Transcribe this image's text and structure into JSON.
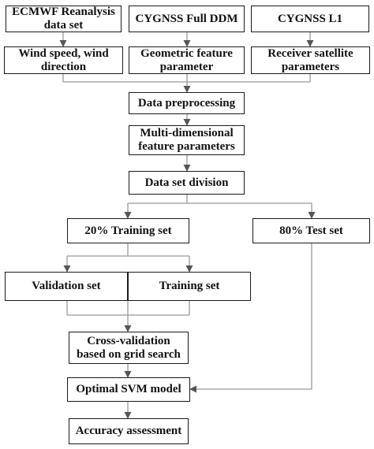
{
  "diagram": {
    "line_color": "#999999",
    "box_border_color": "#1a1a1a",
    "nodes": {
      "ecmwf": {
        "label": "ECMWF Reanalysis\ndata set"
      },
      "cygnss_ddm": {
        "label": "CYGNSS Full DDM"
      },
      "cygnss_l1": {
        "label": "CYGNSS L1"
      },
      "wind": {
        "label": "Wind speed, wind\ndirection"
      },
      "geometric": {
        "label": "Geometric feature\nparameter"
      },
      "receiver": {
        "label": "Receiver satellite\nparameters"
      },
      "preprocessing": {
        "label": "Data preprocessing"
      },
      "multidim": {
        "label": "Multi-dimensional\nfeature parameters"
      },
      "division": {
        "label": "Data set division"
      },
      "training20": {
        "label": "20% Training set"
      },
      "test80": {
        "label": "80% Test set"
      },
      "validation": {
        "label": "Validation set"
      },
      "trainingset": {
        "label": "Training set"
      },
      "crossval": {
        "label": "Cross-validation\nbased on grid search"
      },
      "optimal": {
        "label": "Optimal SVM model"
      },
      "accuracy": {
        "label": "Accuracy assessment"
      }
    }
  }
}
